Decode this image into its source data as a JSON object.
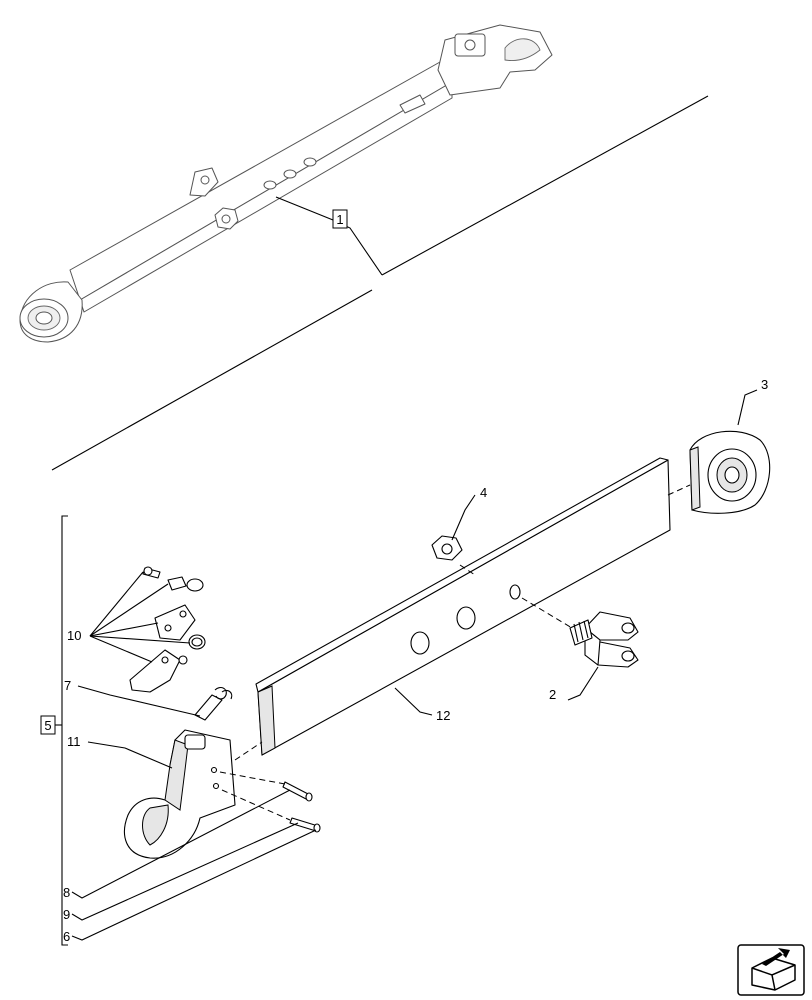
{
  "callouts": {
    "c1": "1",
    "c2": "2",
    "c3": "3",
    "c4": "4",
    "c5": "5",
    "c6": "6",
    "c7": "7",
    "c8": "8",
    "c9": "9",
    "c10": "10",
    "c11": "11",
    "c12": "12"
  },
  "nav_icon": "arrow-box-icon"
}
